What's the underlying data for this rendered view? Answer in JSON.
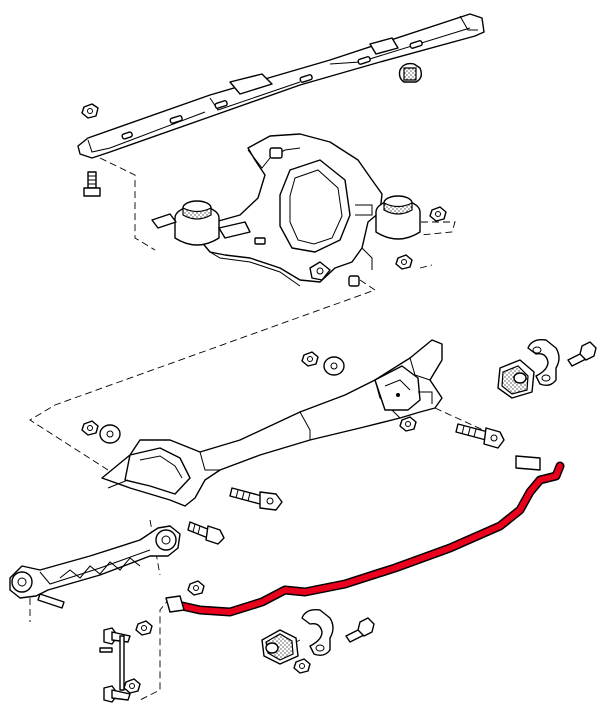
{
  "diagram": {
    "highlight_color": "#e8001c",
    "line_color": "#000000",
    "background": "#ffffff",
    "parts": [
      "subframe-crossmember",
      "rear-axle-carrier",
      "engine-mount",
      "front-crossmember",
      "stabilizer-bushing",
      "stabilizer-clamp",
      "trailing-link",
      "stabilizer-link",
      "stabilizer-bar",
      "bolt",
      "nut",
      "washer"
    ]
  }
}
